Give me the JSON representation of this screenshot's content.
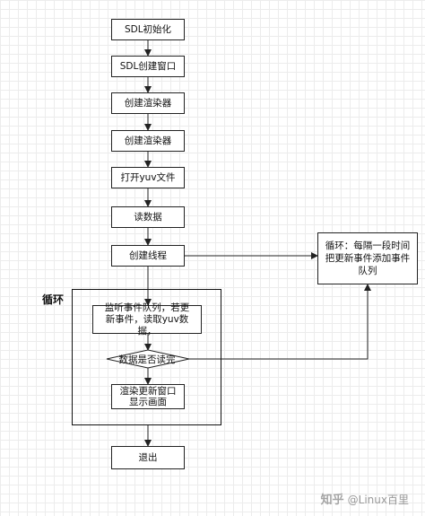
{
  "nodes": {
    "sdl_init": "SDL初始化",
    "sdl_create_window": "SDL创建窗口",
    "create_renderer_1": "创建渲染器",
    "create_renderer_2": "创建渲染器",
    "open_yuv_file": "打开yuv文件",
    "read_data": "读数据",
    "create_thread": "创建线程",
    "loop_note": "循环：每隔一段时间把更新事件添加事件队列",
    "loop_label": "循环",
    "listen_events": "监听事件队列，若更新事件，读取yuv数据，",
    "read_done_decision": "数据是否读完",
    "render_update": "渲染更新窗口显示画面",
    "exit": "退出"
  },
  "watermark": {
    "logo": "知乎",
    "text": "@Linux百里"
  },
  "colors": {
    "line": "#222222",
    "grid": "#ececec"
  }
}
